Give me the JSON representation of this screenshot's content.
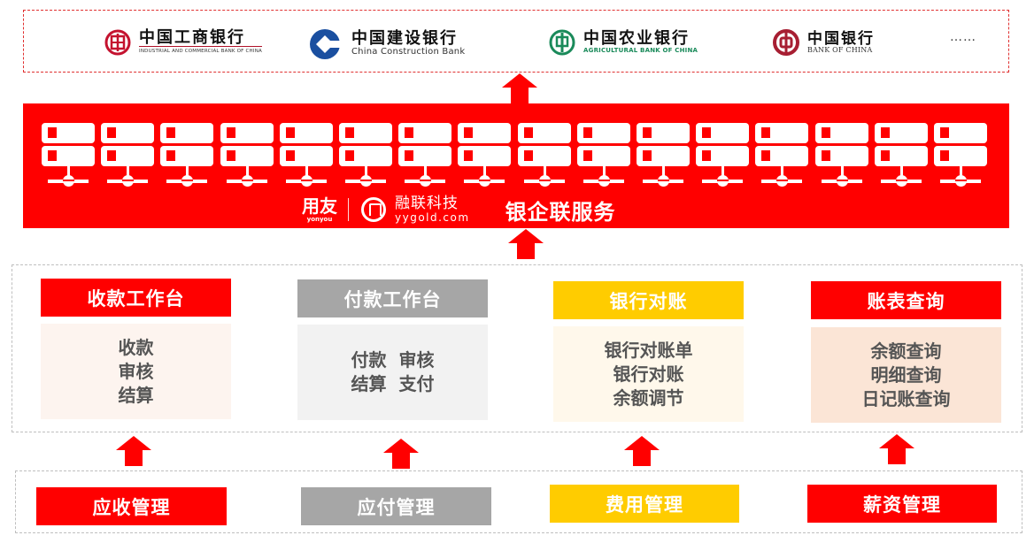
{
  "colors": {
    "red": "#ff0000",
    "gray": "#a6a6a6",
    "yellow": "#ffcc00",
    "body_red_tint": "#fdf4ef",
    "body_gray_tint": "#f2f2f2",
    "body_yellow_tint": "#fff8eb",
    "body_peach_tint": "#fbe5d6"
  },
  "banks": [
    {
      "name": "中国工商银行",
      "sub": "INDUSTRIAL AND COMMERCIAL BANK OF CHINA",
      "logo": "icbc-logo-icon"
    },
    {
      "name": "中国建设银行",
      "sub": "China Construction Bank",
      "logo": "ccb-logo-icon"
    },
    {
      "name": "中国农业银行",
      "sub": "AGRICULTURAL BANK OF CHINA",
      "logo": "abc-logo-icon"
    },
    {
      "name": "中国银行",
      "sub": "BANK OF CHINA",
      "logo": "boc-logo-icon"
    }
  ],
  "banks_more": "……",
  "service_band": {
    "server_count": 16,
    "yonyou_cn": "用友",
    "yonyou_en": "yonyou",
    "ronglian_cn": "融联科技",
    "ronglian_en": "yygold.com",
    "title": "银企联服务"
  },
  "modules": [
    {
      "title": "收款工作台",
      "lines": [
        "收款",
        "审核",
        "结算"
      ],
      "head_color": "red"
    },
    {
      "title": "付款工作台",
      "lines": [
        "付款  审核",
        "结算  支付"
      ],
      "head_color": "gray"
    },
    {
      "title": "银行对账",
      "lines": [
        "银行对账单",
        "银行对账",
        "余额调节"
      ],
      "head_color": "yellow"
    },
    {
      "title": "账表查询",
      "lines": [
        "余额查询",
        "明细查询",
        "日记账查询"
      ],
      "head_color": "red"
    }
  ],
  "sources": [
    {
      "label": "应收管理",
      "color": "red"
    },
    {
      "label": "应付管理",
      "color": "gray"
    },
    {
      "label": "费用管理",
      "color": "yellow"
    },
    {
      "label": "薪资管理",
      "color": "red"
    }
  ]
}
